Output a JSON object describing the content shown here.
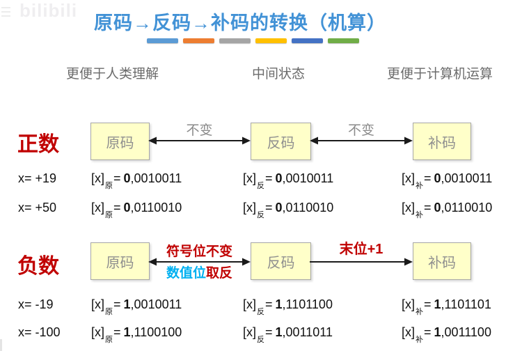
{
  "watermark": {
    "text": "bilibili"
  },
  "title": "原码→反码→补码的转换（机算）",
  "dash_colors": [
    "#5B9BD5",
    "#ED7D31",
    "#A5A5A5",
    "#FFC000",
    "#4472C4",
    "#70AD47"
  ],
  "headers": {
    "left": "更便于人类理解",
    "center": "中间状态",
    "right": "更便于计算机运算"
  },
  "formula_prefix": "[x]",
  "positive": {
    "label": "正数",
    "boxes": [
      "原码",
      "反码",
      "补码"
    ],
    "arrows": {
      "a1": "不变",
      "a2": "不变"
    },
    "rows": [
      {
        "x": "x= +19",
        "cells": [
          {
            "sub": "原",
            "eq": "=",
            "sign": "0",
            "rest": ",0010011"
          },
          {
            "sub": "反",
            "eq": "=",
            "sign": "0",
            "rest": ",0010011"
          },
          {
            "sub": "补",
            "eq": "=",
            "sign": "0",
            "rest": ",0010011"
          }
        ]
      },
      {
        "x": "x= +50",
        "cells": [
          {
            "sub": "原",
            "eq": "=",
            "sign": "0",
            "rest": ",0110010"
          },
          {
            "sub": "反",
            "eq": "=",
            "sign": "0",
            "rest": ",0110010"
          },
          {
            "sub": "补",
            "eq": "=",
            "sign": "0",
            "rest": ",0110010"
          }
        ]
      }
    ]
  },
  "negative": {
    "label": "负数",
    "boxes": [
      "原码",
      "反码",
      "补码"
    ],
    "arrows": {
      "a1_line1": "符号位不变",
      "a1_line2_hl": "数值位",
      "a1_line2_rest": "取反",
      "a2": "末位+1"
    },
    "rows": [
      {
        "x": "x= -19",
        "cells": [
          {
            "sub": "原",
            "eq": "=",
            "sign": "1",
            "rest": ",0010011"
          },
          {
            "sub": "反",
            "eq": "=",
            "sign": "1",
            "rest": ",1101100"
          },
          {
            "sub": "补",
            "eq": "=",
            "sign": "1",
            "rest": ",1101101"
          }
        ]
      },
      {
        "x": "x= -100",
        "cells": [
          {
            "sub": "原",
            "eq": "=",
            "sign": "1",
            "rest": ",1100100"
          },
          {
            "sub": "反",
            "eq": "=",
            "sign": "1",
            "rest": ",0011011"
          },
          {
            "sub": "补",
            "eq": "=",
            "sign": "1",
            "rest": ",0011100"
          }
        ]
      }
    ]
  },
  "colors": {
    "title_blue": "#4292D6",
    "accent_red": "#C00000",
    "accent_cyan": "#00B0F0",
    "box_fill": "#FFFFC9",
    "box_border": "#A6A6A6",
    "arrow_black": "#1A1A1A",
    "label_gray": "#8A8A8A"
  }
}
